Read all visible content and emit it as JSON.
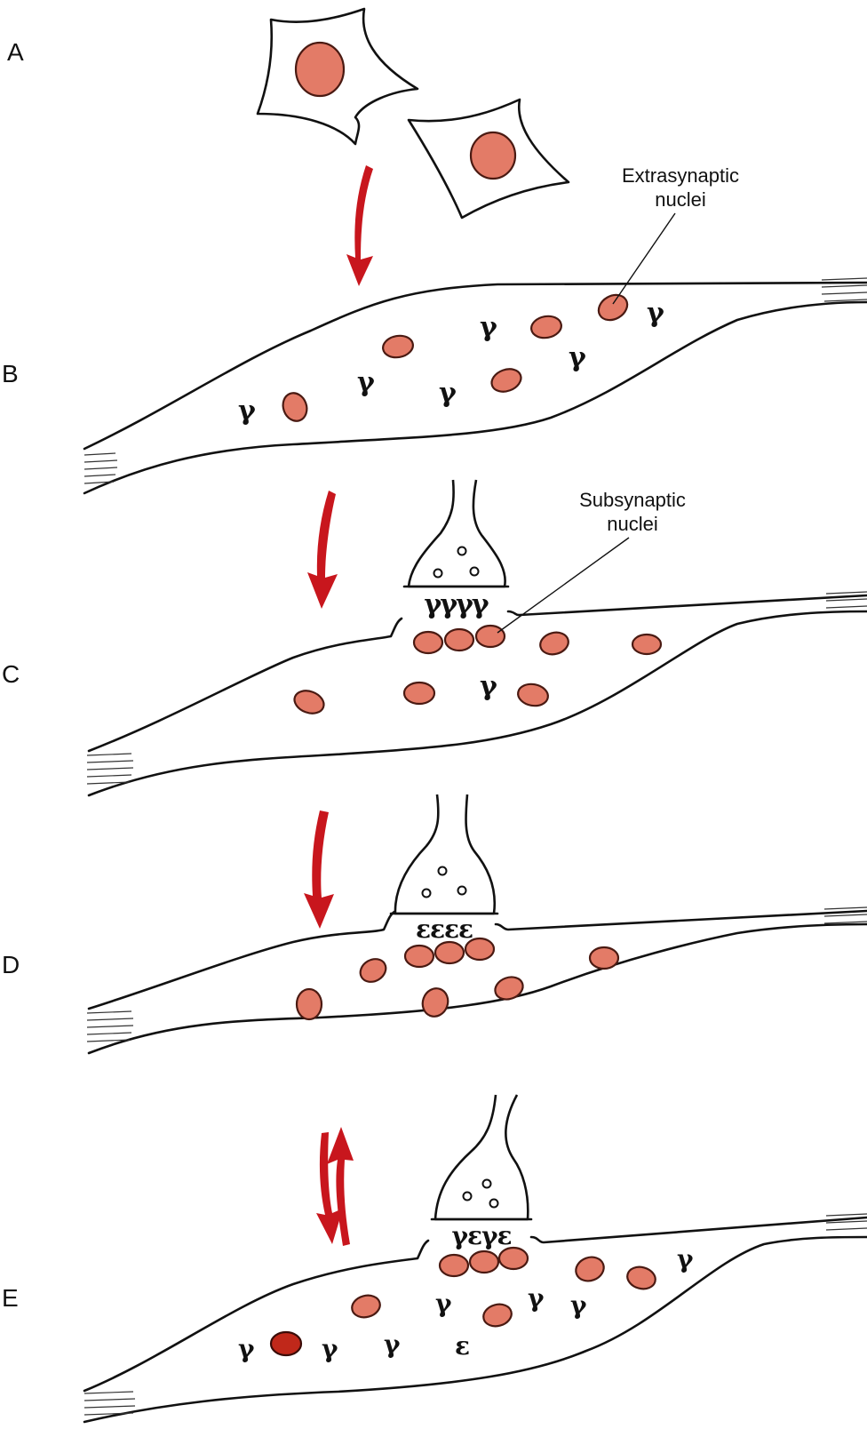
{
  "panels": [
    "A",
    "B",
    "C",
    "D",
    "E"
  ],
  "labels": {
    "extrasynaptic_line1": "Extrasynaptic",
    "extrasynaptic_line2": "nuclei",
    "subsynaptic_line1": "Subsynaptic",
    "subsynaptic_line2": "nuclei"
  },
  "symbols": {
    "gamma": "γ",
    "epsilon": "ε",
    "c_cluster": "γγγγ",
    "d_cluster": "εεεε",
    "e_cluster": "γεγε"
  },
  "colors": {
    "nucleus": "#e37b67",
    "nucleus_dark": "#c0281a",
    "arrow": "#c8161d",
    "line": "#111111"
  },
  "icons": [
    "down-arrow",
    "reversible-arrows",
    "myoblast-cell",
    "muscle-fiber",
    "nerve-terminal"
  ]
}
